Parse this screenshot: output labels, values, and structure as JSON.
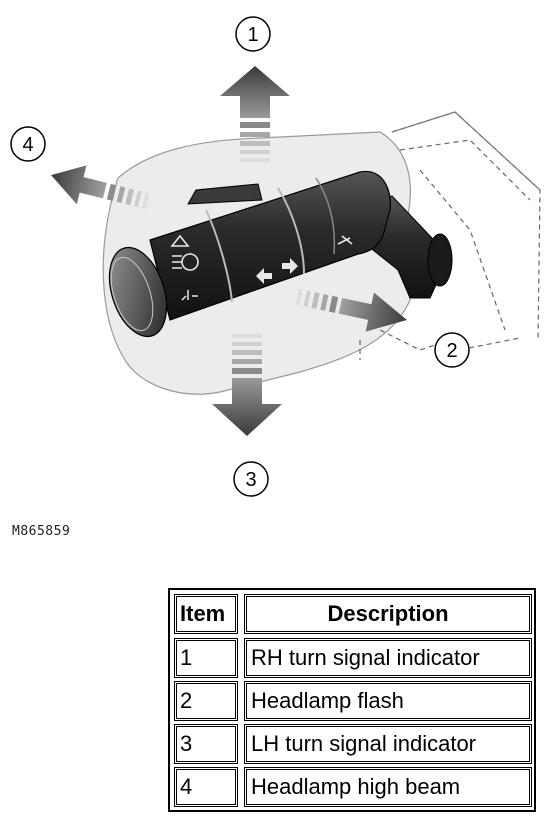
{
  "figure": {
    "callouts": [
      "1",
      "2",
      "3",
      "4"
    ],
    "reference_code": "M865859"
  },
  "legend": {
    "headers": {
      "item": "Item",
      "description": "Description"
    },
    "rows": [
      {
        "item": "1",
        "description": "RH turn signal indicator"
      },
      {
        "item": "2",
        "description": "Headlamp flash"
      },
      {
        "item": "3",
        "description": "LH turn signal indicator"
      },
      {
        "item": "4",
        "description": "Headlamp high beam"
      }
    ]
  },
  "colors": {
    "stalk_body": "#2e2e2e",
    "stalk_highlight": "#8a8a8a",
    "column_shroud": "#ececec",
    "arrow_fill": "#5a5a5a",
    "line": "#000000"
  },
  "icons": [
    "headlamp-high-beam-icon",
    "headlamp-main-icon",
    "turn-signal-arrows-icon",
    "wiper-icon"
  ]
}
